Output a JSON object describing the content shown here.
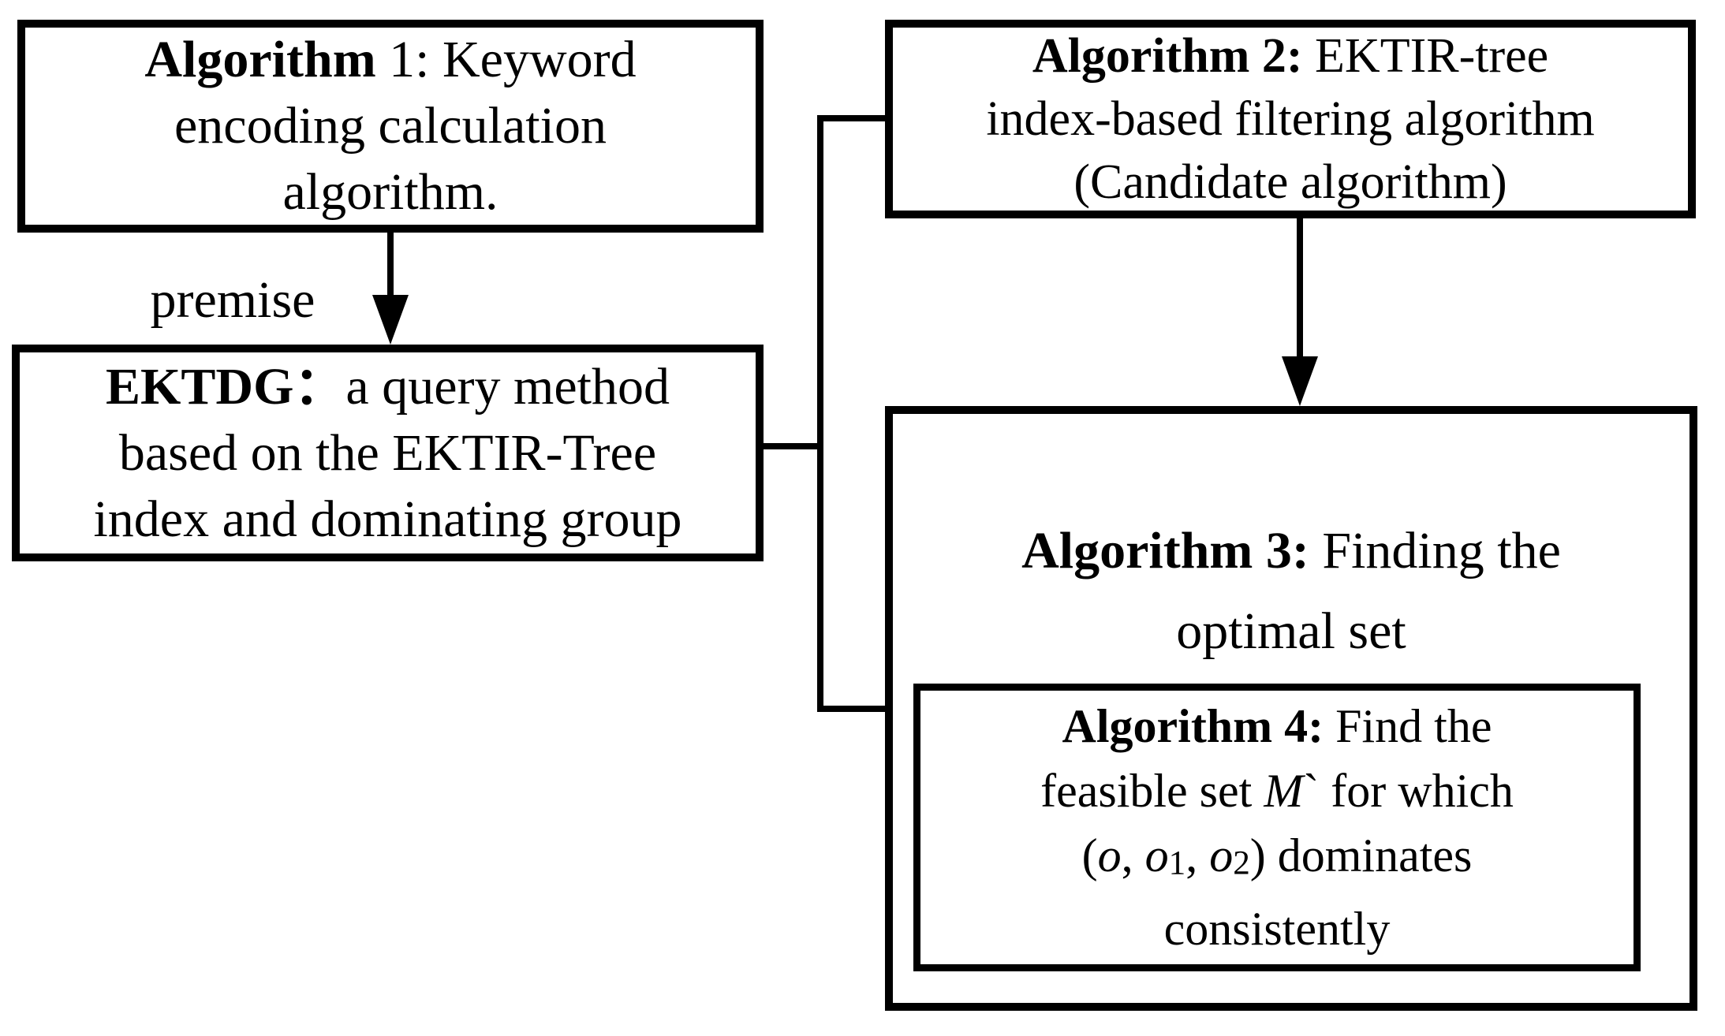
{
  "colors": {
    "background": "#ffffff",
    "line": "#000000"
  },
  "labels": {
    "premise": "premise"
  },
  "boxes": {
    "algorithm1": {
      "title_bold": "Algorithm",
      "title_rest": " 1: Keyword",
      "line2": "encoding calculation",
      "line3": "algorithm."
    },
    "algorithm2": {
      "title_bold": "Algorithm 2:",
      "title_rest": " EKTIR-tree",
      "line2": "index-based filtering algorithm",
      "line3": "(Candidate algorithm)"
    },
    "ektdg": {
      "title_bold": "EKTDG：",
      "title_rest": "a query method",
      "line2": "based on the EKTIR-Tree",
      "line3": "index and dominating group"
    },
    "algorithm3": {
      "title_bold": "Algorithm 3:",
      "title_rest": " Finding the",
      "line2": "optimal set"
    },
    "algorithm4": {
      "title_bold": "Algorithm 4:",
      "title_rest": " Find the",
      "l2_a": "feasible set ",
      "l2_m": "M",
      "l2_b": "` for which",
      "l3_p1": "(",
      "l3_o1": "o",
      "l3_s1": ", ",
      "l3_o2": "o",
      "l3_b1": "1",
      "l3_s2": ", ",
      "l3_o3": "o",
      "l3_b2": "2",
      "l3_p2": ") dominates",
      "line4": "consistently"
    }
  }
}
